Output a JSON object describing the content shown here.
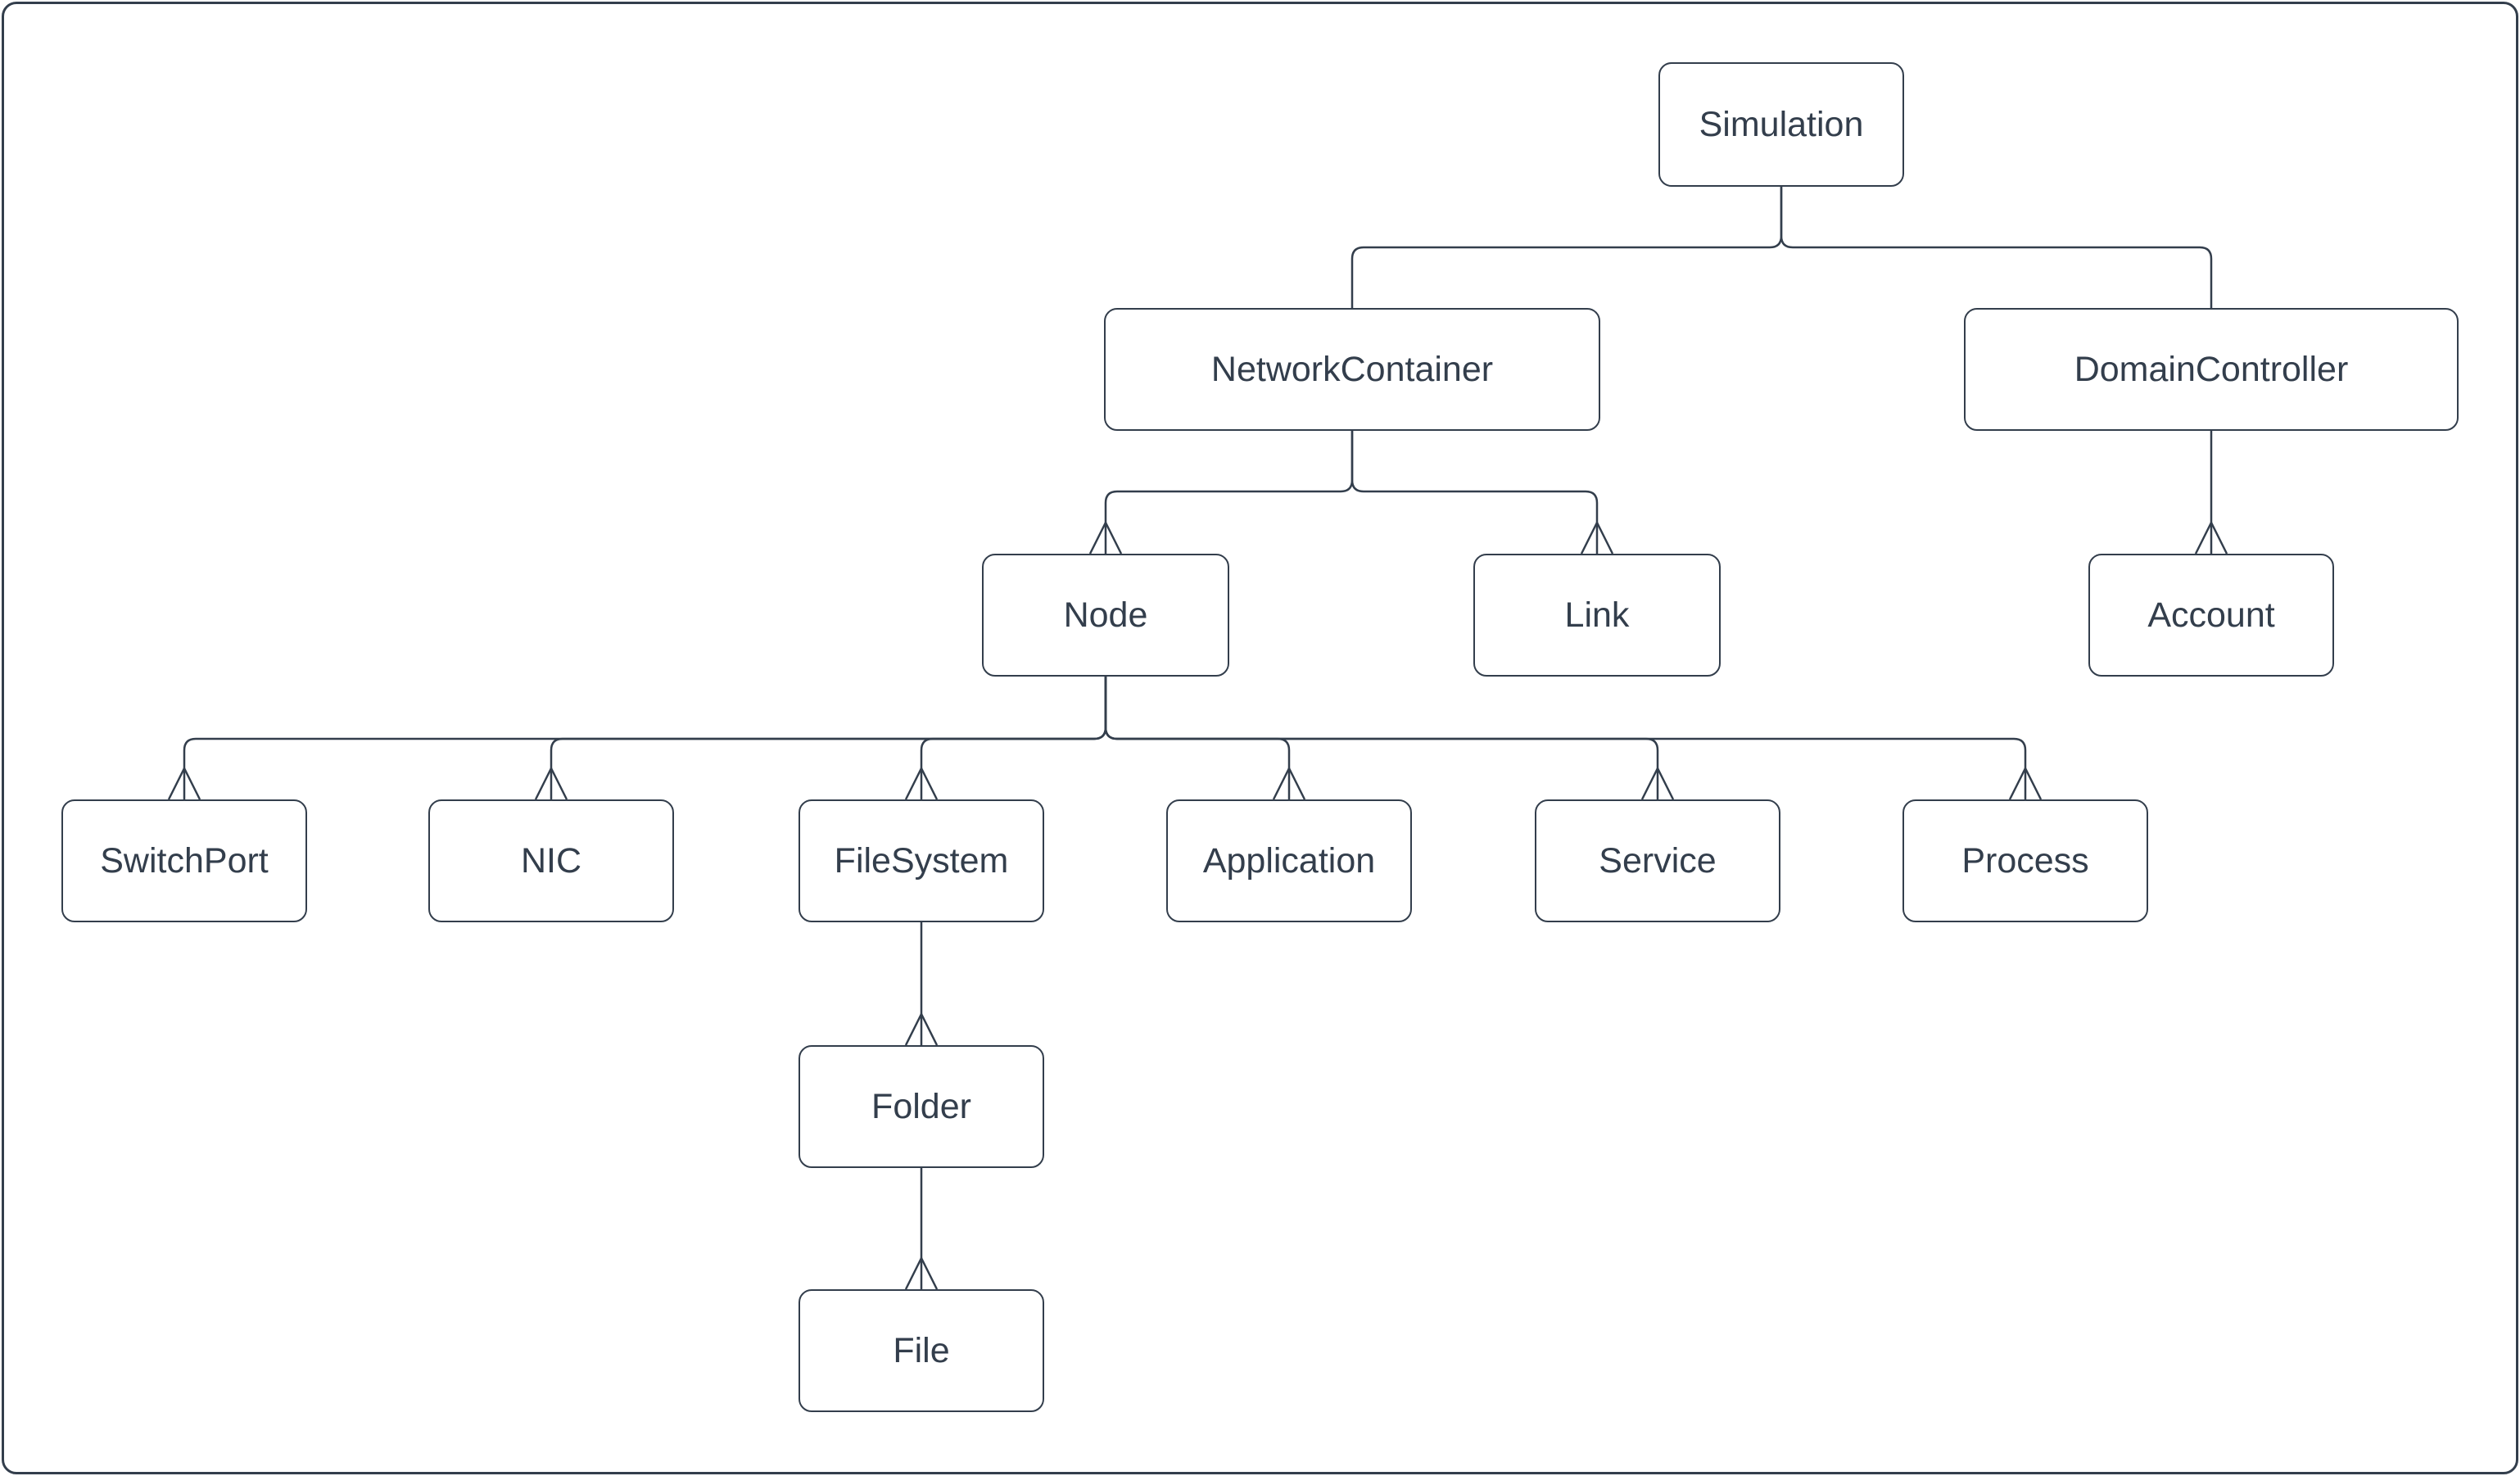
{
  "diagram": {
    "type": "hierarchy-tree",
    "colors": {
      "stroke": "#333e4c",
      "text": "#333e4c",
      "background": "#ffffff"
    },
    "nodes": [
      {
        "id": "simulation",
        "label": "Simulation"
      },
      {
        "id": "network-container",
        "label": "NetworkContainer"
      },
      {
        "id": "domain-controller",
        "label": "DomainController"
      },
      {
        "id": "node",
        "label": "Node"
      },
      {
        "id": "link",
        "label": "Link"
      },
      {
        "id": "account",
        "label": "Account"
      },
      {
        "id": "switchport",
        "label": "SwitchPort"
      },
      {
        "id": "nic",
        "label": "NIC"
      },
      {
        "id": "filesystem",
        "label": "FileSystem"
      },
      {
        "id": "application",
        "label": "Application"
      },
      {
        "id": "service",
        "label": "Service"
      },
      {
        "id": "process",
        "label": "Process"
      },
      {
        "id": "folder",
        "label": "Folder"
      },
      {
        "id": "file",
        "label": "File"
      }
    ],
    "edges": [
      {
        "from": "Simulation",
        "to": "NetworkContainer",
        "arrowhead": "none"
      },
      {
        "from": "Simulation",
        "to": "DomainController",
        "arrowhead": "none"
      },
      {
        "from": "NetworkContainer",
        "to": "Node",
        "arrowhead": "open-v-at-child"
      },
      {
        "from": "NetworkContainer",
        "to": "Link",
        "arrowhead": "open-v-at-child"
      },
      {
        "from": "DomainController",
        "to": "Account",
        "arrowhead": "open-v-at-child"
      },
      {
        "from": "Node",
        "to": "SwitchPort",
        "arrowhead": "open-v-at-child"
      },
      {
        "from": "Node",
        "to": "NIC",
        "arrowhead": "open-v-at-child"
      },
      {
        "from": "Node",
        "to": "FileSystem",
        "arrowhead": "open-v-at-child"
      },
      {
        "from": "Node",
        "to": "Application",
        "arrowhead": "open-v-at-child"
      },
      {
        "from": "Node",
        "to": "Service",
        "arrowhead": "open-v-at-child"
      },
      {
        "from": "Node",
        "to": "Process",
        "arrowhead": "open-v-at-child"
      },
      {
        "from": "FileSystem",
        "to": "Folder",
        "arrowhead": "open-v-at-child"
      },
      {
        "from": "Folder",
        "to": "File",
        "arrowhead": "open-v-at-child"
      }
    ]
  }
}
